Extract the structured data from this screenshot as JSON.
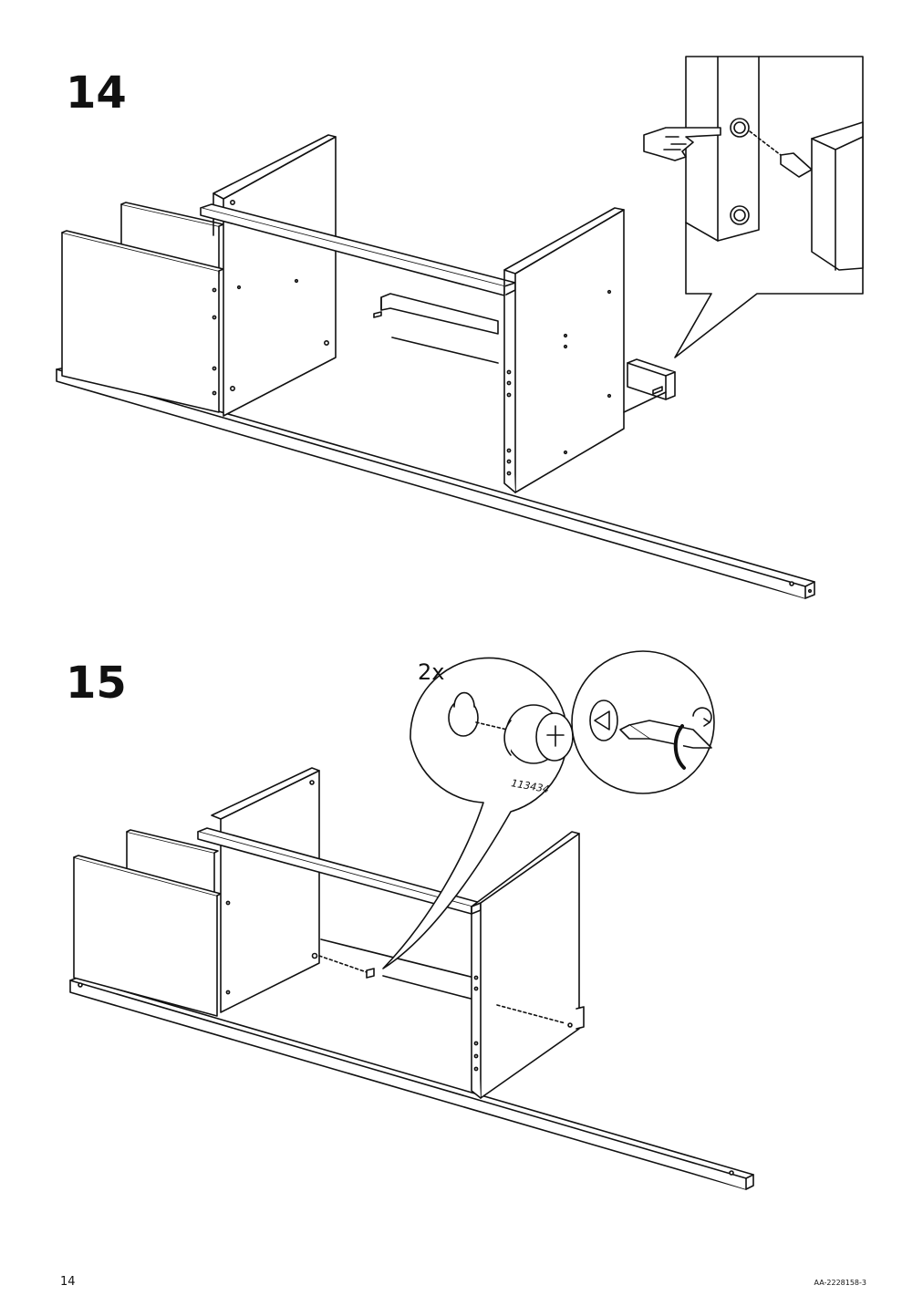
{
  "steps": [
    {
      "number": "14"
    },
    {
      "number": "15",
      "quantity": "2x",
      "part_number": "113434"
    }
  ],
  "footer": {
    "page_number": "14",
    "document_code": "AA-2228158-3"
  }
}
